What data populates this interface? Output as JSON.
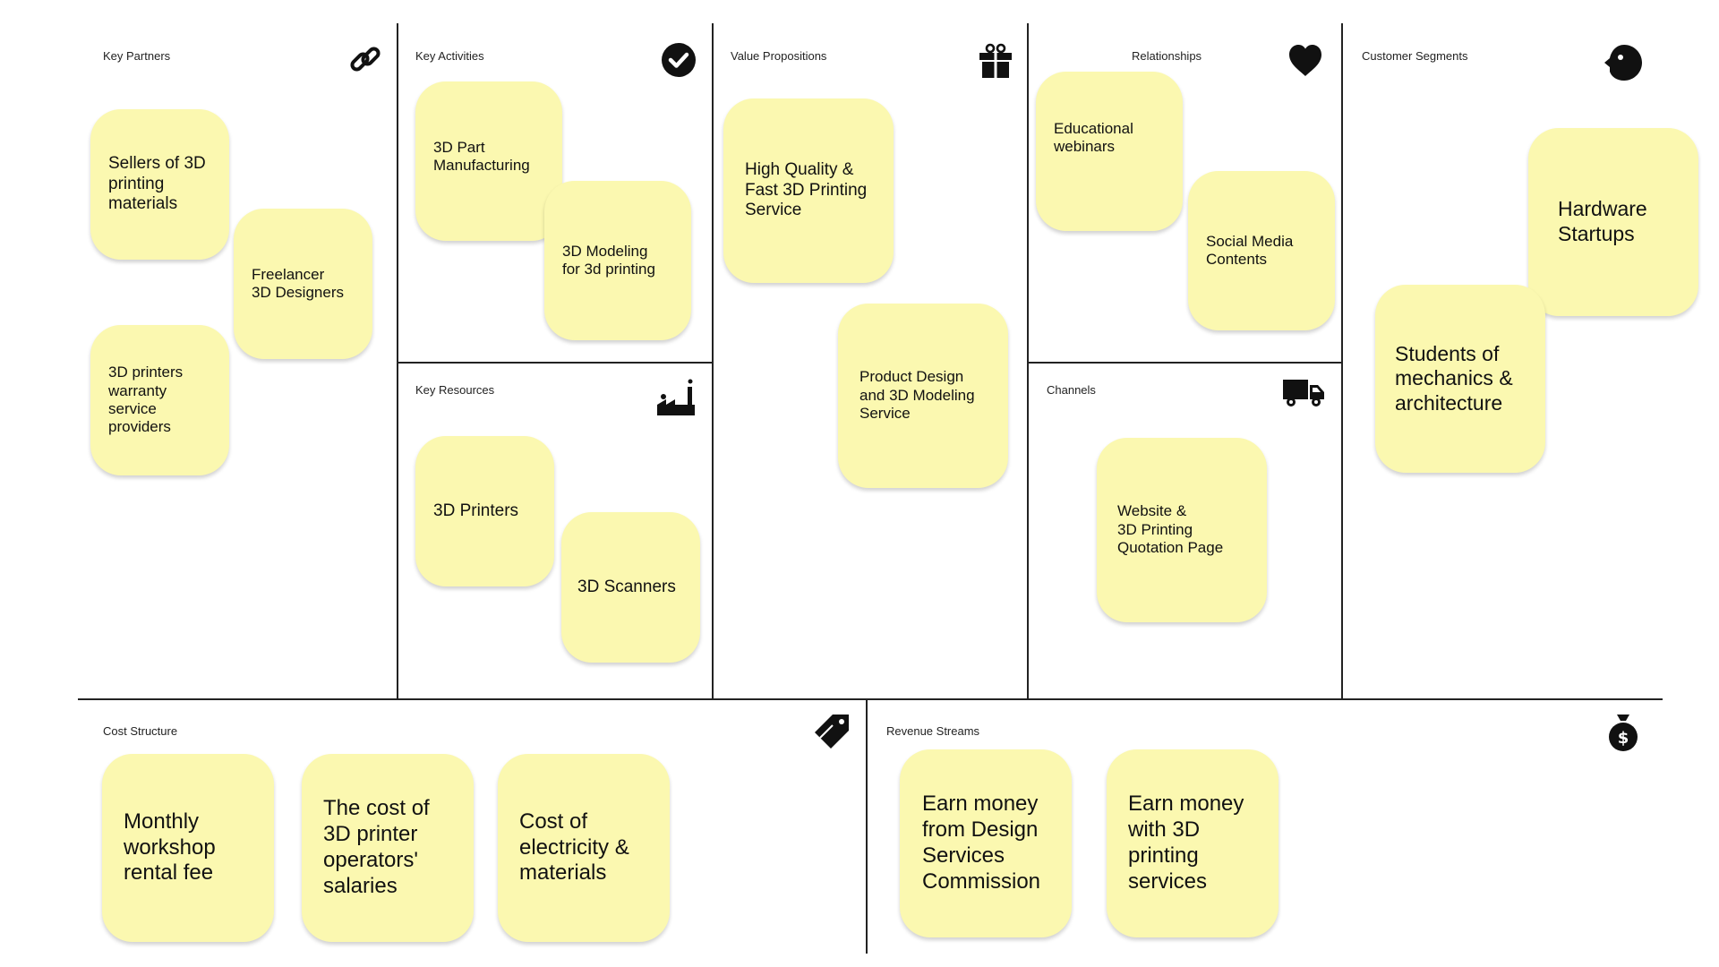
{
  "sections": {
    "key_partners": {
      "title": "Key Partners",
      "icon": "link-icon",
      "notes": [
        "Sellers of 3D\nprinting\nmaterials",
        "Freelancer\n3D Designers",
        "3D printers\nwarranty\nservice\nproviders"
      ]
    },
    "key_activities": {
      "title": "Key Activities",
      "icon": "checkmark-circle-icon",
      "notes": [
        "3D Part\nManufacturing",
        "3D Modeling\nfor 3d printing"
      ]
    },
    "key_resources": {
      "title": "Key Resources",
      "icon": "factory-icon",
      "notes": [
        "3D Printers",
        "3D Scanners"
      ]
    },
    "value_propositions": {
      "title": "Value Propositions",
      "icon": "gift-icon",
      "notes": [
        "High Quality &\nFast 3D Printing\nService",
        "Product Design\nand 3D Modeling\nService"
      ]
    },
    "relationships": {
      "title": "Relationships",
      "icon": "heart-icon",
      "notes": [
        "Educational\nwebinars",
        "Social Media\nContents"
      ]
    },
    "channels": {
      "title": "Channels",
      "icon": "truck-icon",
      "notes": [
        "Website &\n3D Printing\nQuotation Page"
      ]
    },
    "customer_segments": {
      "title": "Customer Segments",
      "icon": "face-icon",
      "notes": [
        "Hardware\nStartups",
        "Students of\nmechanics &\narchitecture"
      ]
    },
    "cost_structure": {
      "title": "Cost Structure",
      "icon": "price-tag-icon",
      "notes": [
        "Monthly\nworkshop\nrental fee",
        "The cost of\n3D printer\noperators'\nsalaries",
        "Cost of\nelectricity &\nmaterials"
      ]
    },
    "revenue_streams": {
      "title": "Revenue Streams",
      "icon": "money-bag-icon",
      "notes": [
        "Earn money\nfrom Design\nServices\nCommission",
        "Earn money\nwith 3D\nprinting\nservices"
      ]
    }
  },
  "colors": {
    "note_fill": "#fbf8b0",
    "grid_line": "#222222",
    "icon": "#111111"
  }
}
